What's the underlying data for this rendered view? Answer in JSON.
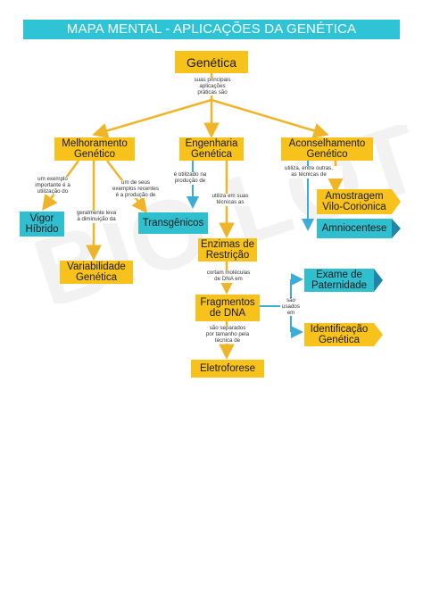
{
  "title": "MAPA MENTAL - APLICAÇÕES DA GENÉTICA",
  "nodes": {
    "genetica": "Genética",
    "melhoramento": [
      "Melhoramento",
      "Genético"
    ],
    "engenharia": [
      "Engenharia",
      "Genética"
    ],
    "aconselhamento": [
      "Aconselhamento",
      "Genético"
    ],
    "vigor": [
      "Vigor",
      "Híbrido"
    ],
    "variabilidade": [
      "Variabilidade",
      "Genética"
    ],
    "transgenicos": "Transgênicos",
    "enzimas": [
      "Enzimas de",
      "Restrição"
    ],
    "fragmentos": [
      "Fragmentos",
      "de DNA"
    ],
    "eletroforese": "Eletroforese",
    "amostragem": [
      "Amostragem",
      "Vilo-Corionica"
    ],
    "amniocentese": "Amniocentese",
    "exame": [
      "Exame de",
      "Paternidade"
    ],
    "identificacao": [
      "Identificação",
      "Genética"
    ]
  },
  "labels": {
    "suas_aplicacoes": [
      "suas principais",
      "aplicações",
      "práticas são"
    ],
    "um_exemplo": [
      "um exemplo",
      "importante é a",
      "utilização do"
    ],
    "um_de_seus": [
      "um de seus",
      "exemplos recentes",
      "é a produção de"
    ],
    "geralmente": [
      "geralmente leva",
      "à diminuição da"
    ],
    "e_utilizado": [
      "é utilizado na",
      "produção de"
    ],
    "utiliza_suas": [
      "utiliza em suas",
      "técnicas as"
    ],
    "utiliza_entre": [
      "utiliza, entre outras,",
      "as técnicas de"
    ],
    "cortam": [
      "cortam moléculas",
      "de DNA em"
    ],
    "sao_usados": [
      "são",
      "usados",
      "em"
    ],
    "sao_separados": [
      "são separados",
      "por tamanho pela",
      "técnica de"
    ]
  },
  "watermark": "BIO LOTAL",
  "colors": {
    "title": "#2ec4d6",
    "yellow": "#f7c21c",
    "teal": "#30bfcf",
    "line": "#f0b428",
    "blue_line": "#3aaed8"
  }
}
